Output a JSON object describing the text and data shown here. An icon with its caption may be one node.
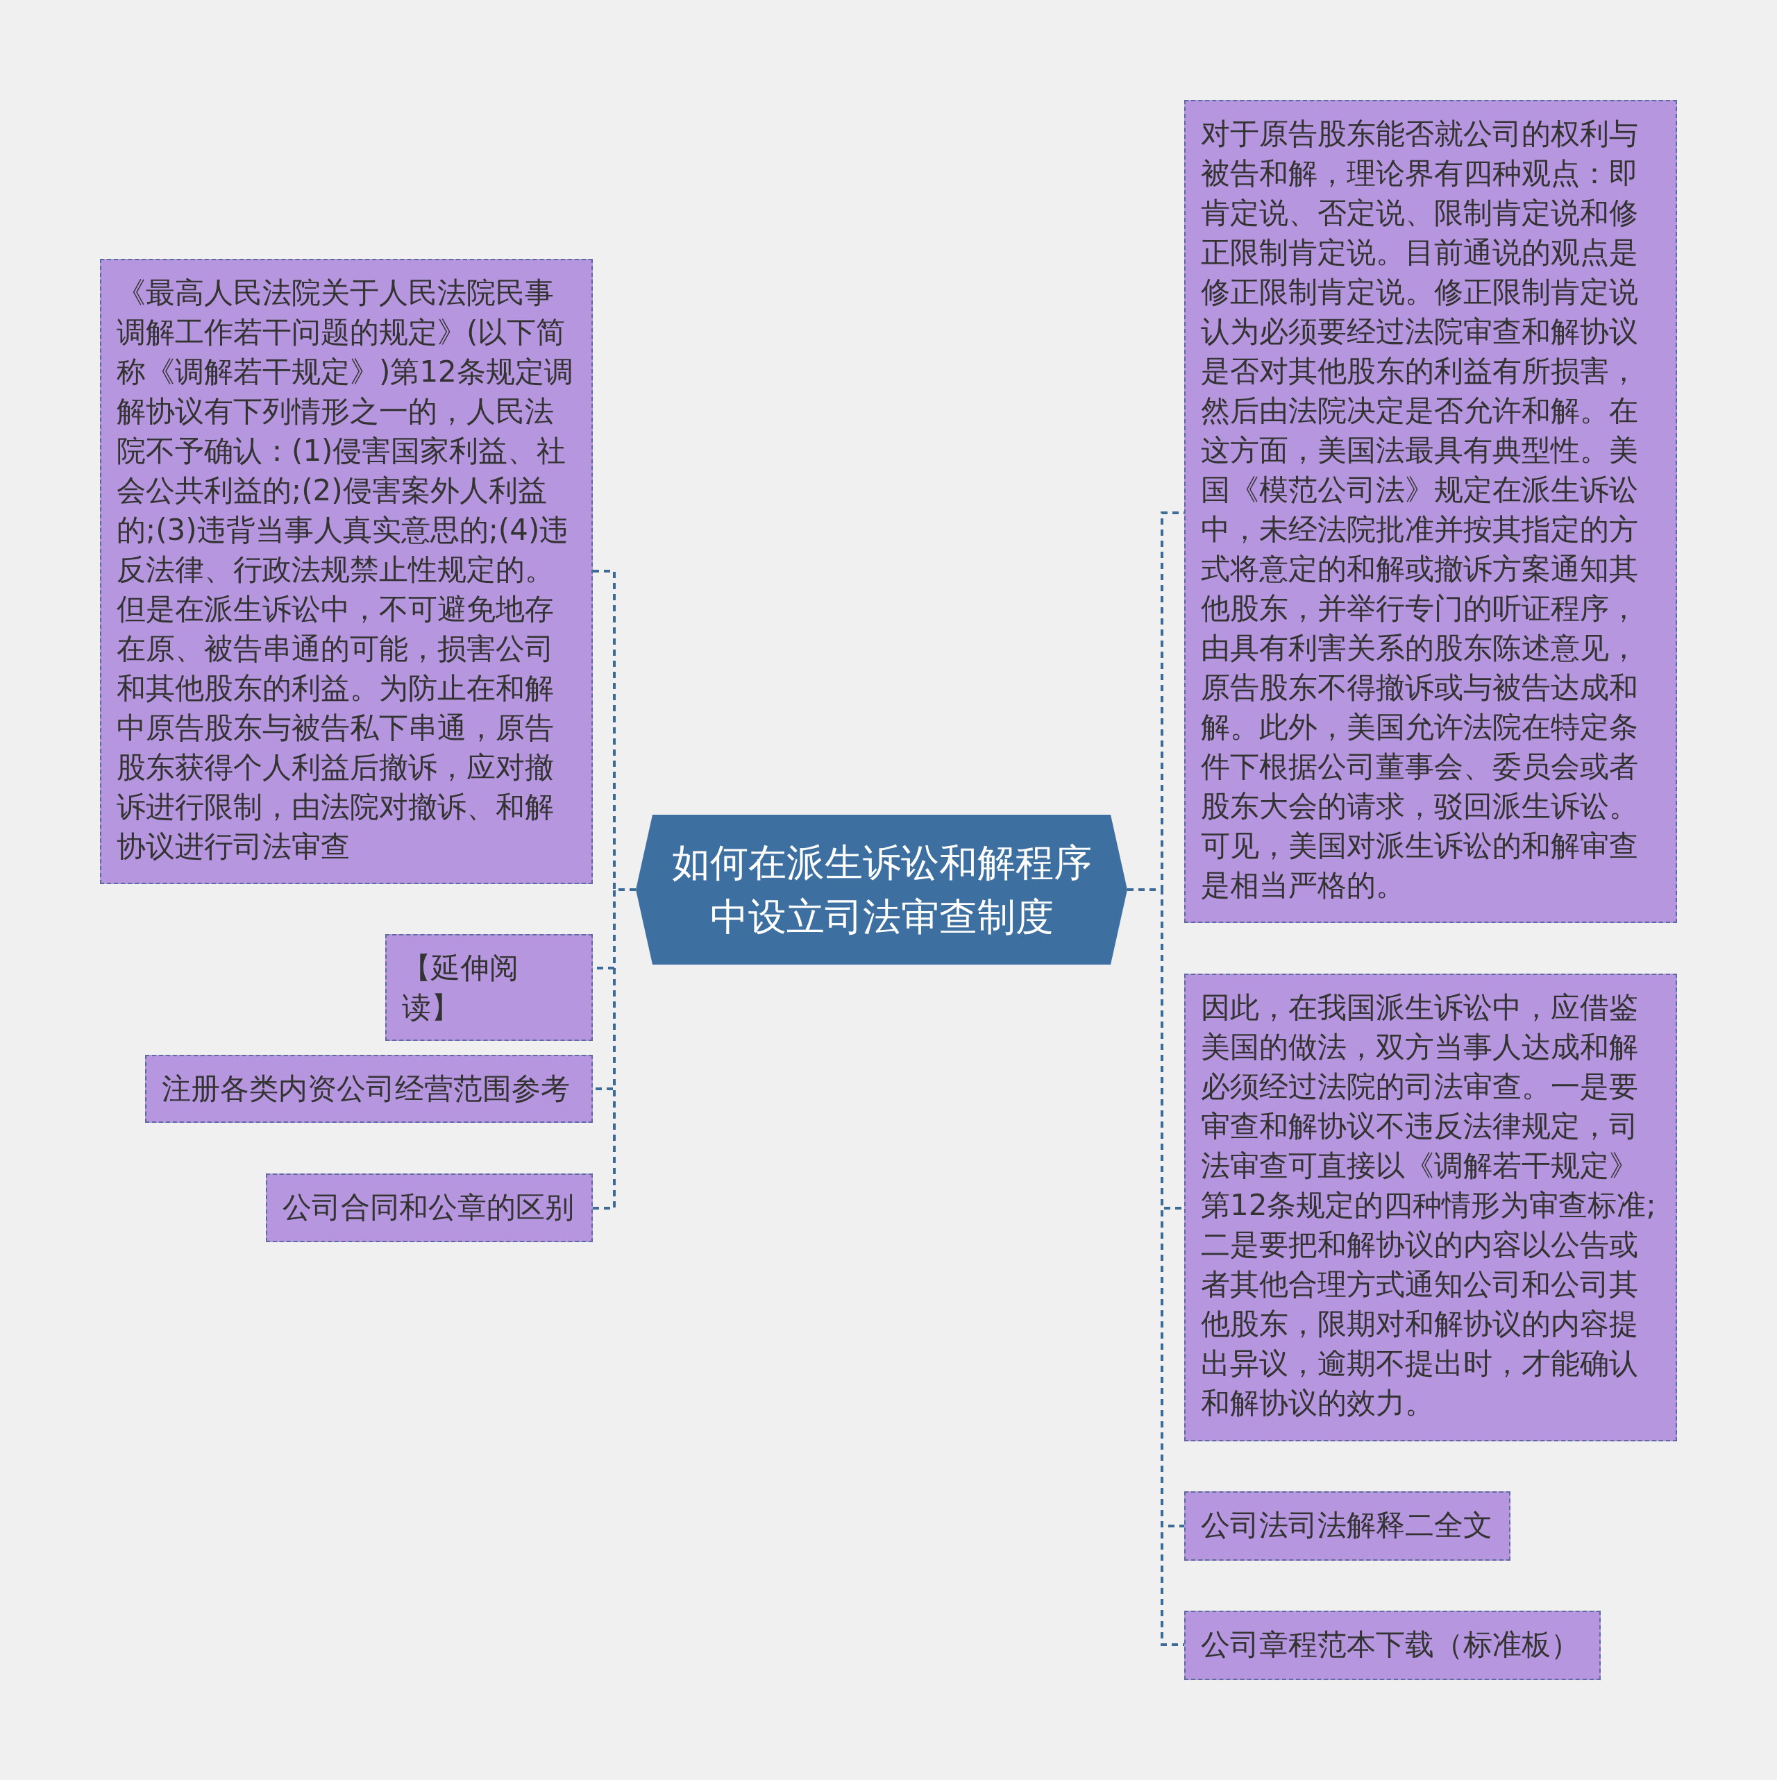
{
  "diagram": {
    "nodes": [
      {
        "text": [
          "如何在派生诉讼和解程序中设立司法审查制度"
        ]
      },
      {
        "text": [
          "《最高人民法院关于人民法院民事调解工作若干问题的规定》(以下简称《调解若干规定》)第12条规定调解协议有下列情形之一的，人民法院不予确认：(1)侵害国家利益、社会公共利益的;(2)侵害案外人利益的;(3)违背当事人真实意思的;(4)违反法律、行政法规禁止性规定的。但是在派生诉讼中，不可避免地存在原、被告串通的可能，损害公司和其他股东的利益。为防止在和解中原告股东与被告私下串通，原告股东获得个人利益后撤诉，应对撤诉进行限制，由法院对撤诉、和解协议进行司法审查"
        ]
      },
      {
        "text": [
          "【延伸阅读】"
        ]
      },
      {
        "text": [
          "注册各类内资公司经营范围参考"
        ]
      },
      {
        "text": [
          "公司合同和公章的区别"
        ]
      },
      {
        "text": [
          "对于原告股东能否就公司的权利与被告和解，理论界有四种观点：即肯定说、否定说、限制肯定说和修正限制肯定说。目前通说的观点是修正限制肯定说。修正限制肯定说认为必须要经过法院审查和解协议是否对其他股东的利益有所损害，然后由法院决定是否允许和解。在这方面，美国法最具有典型性。美国《模范公司法》规定在派生诉讼中，未经法院批准并按其指定的方式将意定的和解或撤诉方案通知其他股东，并举行专门的听证程序，由具有利害关系的股东陈述意见，原告股东不得撤诉或与被告达成和解。此外，美国允许法院在特定条件下根据公司董事会、委员会或者股东大会的请求，驳回派生诉讼。可见，美国对派生诉讼的和解审查是相当严格的。"
        ]
      },
      {
        "text": [
          "因此，在我国派生诉讼中，应借鉴美国的做法，双方当事人达成和解必须经过法院的司法审查。一是要审查和解协议不违反法律规定，司法审查可直接以《调解若干规定》第12条规定的四种情形为审查标准;二是要把和解协议的内容以公告或者其他合理方式通知公司和公司其他股东，限期对和解协议的内容提出异议，逾期不提出时，才能确认和解协议的效力。"
        ]
      },
      {
        "text": [
          "公司法司法解释二全文"
        ]
      },
      {
        "text": [
          "公司章程范本下载（标准板）"
        ]
      }
    ],
    "edges": [
      {
        "from": 0,
        "to": 1,
        "arrow": "none",
        "style": "dashed"
      },
      {
        "from": 0,
        "to": 2,
        "arrow": "none",
        "style": "dashed"
      },
      {
        "from": 0,
        "to": 3,
        "arrow": "none",
        "style": "dashed"
      },
      {
        "from": 0,
        "to": 4,
        "arrow": "none",
        "style": "dashed"
      },
      {
        "from": 0,
        "to": 5,
        "arrow": "none",
        "style": "dashed"
      },
      {
        "from": 0,
        "to": 6,
        "arrow": "none",
        "style": "dashed"
      },
      {
        "from": 0,
        "to": 7,
        "arrow": "none",
        "style": "dashed"
      },
      {
        "from": 0,
        "to": 8,
        "arrow": "none",
        "style": "dashed"
      }
    ]
  }
}
